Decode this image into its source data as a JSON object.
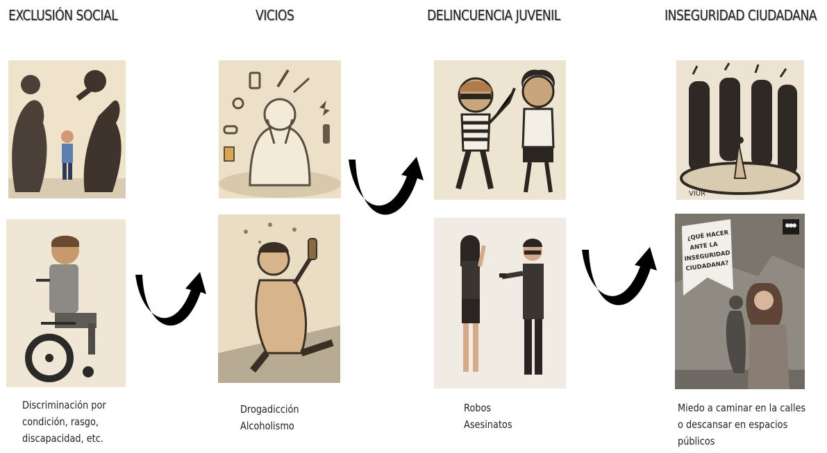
{
  "columns": [
    {
      "title": "EXCLUSIÓN SOCIAL",
      "caption_lines": [
        "Discriminación por",
        "condición, rasgo,",
        "discapacidad, etc."
      ]
    },
    {
      "title": "VICIOS",
      "caption_lines": [
        "Drogadicción",
        "Alcoholismo"
      ]
    },
    {
      "title": "DELINCUENCIA JUVENIL",
      "caption_lines": [
        "Robos",
        "Asesinatos"
      ]
    },
    {
      "title": "INSEGURIDAD CIUDADANA",
      "caption_lines": [
        "Miedo a caminar en la calles",
        "o descansar en espacios",
        "públicos"
      ]
    }
  ],
  "images": {
    "sign_text": [
      "¿QUÉ HACER",
      "ANTE LA",
      "INSEGURIDAD",
      "CIUDADANA?"
    ],
    "artist_signature": "VIUR"
  },
  "colors": {
    "sepia_bg": "#efe4cf",
    "arrow": "#000000"
  }
}
